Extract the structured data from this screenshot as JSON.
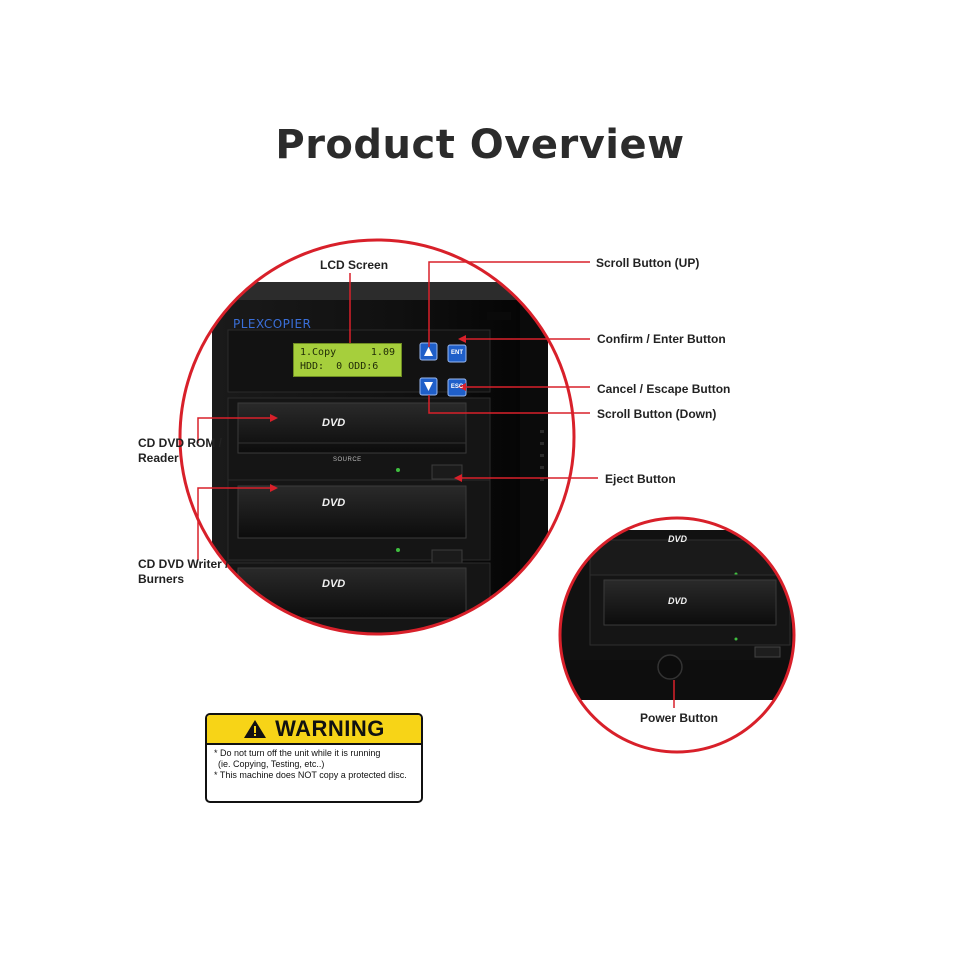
{
  "title": "Product Overview",
  "brand": "PLEXCOPIER",
  "lcd": {
    "line1_left": "1.Copy",
    "line1_right": "1.09",
    "line2": "HDD:  0 ODD:6"
  },
  "buttons": {
    "enter_label": "ENT",
    "escape_label": "ESC"
  },
  "drives": {
    "logo": "DVD",
    "source_label": "SOURCE"
  },
  "callouts": {
    "lcd_screen": "LCD Screen",
    "scroll_up": "Scroll Button (UP)",
    "confirm_enter": "Confirm / Enter Button",
    "cancel_escape": "Cancel / Escape Button",
    "scroll_down": "Scroll Button (Down)",
    "eject": "Eject Button",
    "reader": "CD DVD ROM / Reader",
    "burners": "CD DVD Writer / Burners",
    "power": "Power Button"
  },
  "warning": {
    "heading": "WARNING",
    "line1": "* Do not turn off the unit while it is running",
    "line2": "(ie. Copying, Testing, etc..)",
    "line3": "* This machine does NOT copy a protected disc."
  },
  "colors": {
    "accent_red": "#d8202a",
    "lcd_green": "#a6cf3c",
    "warning_yellow": "#f7d417",
    "button_blue": "#1f5fc9"
  }
}
